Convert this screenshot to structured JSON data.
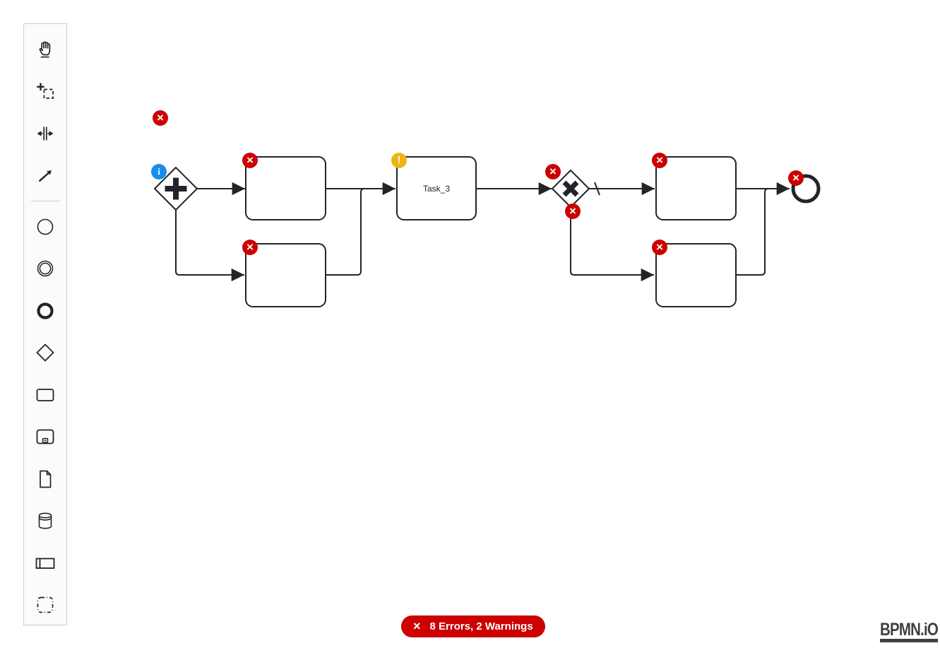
{
  "palette": {
    "tools": [
      {
        "name": "hand-tool",
        "title": "Activate hand tool"
      },
      {
        "name": "lasso-tool",
        "title": "Activate lasso tool"
      },
      {
        "name": "space-tool",
        "title": "Activate create/remove space tool"
      },
      {
        "name": "global-connect-tool",
        "title": "Activate global connect tool"
      },
      {
        "name": "create-start-event",
        "title": "Create start event"
      },
      {
        "name": "create-intermediate-event",
        "title": "Create intermediate/boundary event"
      },
      {
        "name": "create-end-event",
        "title": "Create end event"
      },
      {
        "name": "create-gateway",
        "title": "Create gateway"
      },
      {
        "name": "create-task",
        "title": "Create task"
      },
      {
        "name": "create-subprocess",
        "title": "Create expanded sub-process"
      },
      {
        "name": "create-data-object",
        "title": "Create data object reference"
      },
      {
        "name": "create-data-store",
        "title": "Create data store reference"
      },
      {
        "name": "create-participant",
        "title": "Create pool/participant"
      },
      {
        "name": "create-group",
        "title": "Create group"
      }
    ]
  },
  "diagram": {
    "tasks": [
      {
        "id": "task-1",
        "label": ""
      },
      {
        "id": "task-2",
        "label": ""
      },
      {
        "id": "task-3",
        "label": "Task_3"
      },
      {
        "id": "task-4",
        "label": ""
      },
      {
        "id": "task-5",
        "label": ""
      }
    ],
    "gateways": [
      {
        "id": "gateway-1",
        "type": "parallel"
      },
      {
        "id": "gateway-2",
        "type": "exclusive"
      }
    ],
    "events": [
      {
        "id": "end-event-1",
        "type": "end"
      }
    ],
    "connections": [
      {
        "from": "gateway-1",
        "to": "task-1"
      },
      {
        "from": "gateway-1",
        "to": "task-2"
      },
      {
        "from": "task-1",
        "to": "task-3"
      },
      {
        "from": "task-2",
        "to": "task-3"
      },
      {
        "from": "task-3",
        "to": "gateway-2"
      },
      {
        "from": "gateway-2",
        "to": "task-4",
        "default_flow": true
      },
      {
        "from": "gateway-2",
        "to": "task-5"
      },
      {
        "from": "task-4",
        "to": "end-event-1"
      },
      {
        "from": "task-5",
        "to": "end-event-1"
      }
    ],
    "badges": [
      {
        "type": "error",
        "glyph": "×",
        "attached_to": "process"
      },
      {
        "type": "info",
        "glyph": "i",
        "attached_to": "gateway-1"
      },
      {
        "type": "error",
        "glyph": "×",
        "attached_to": "task-1"
      },
      {
        "type": "error",
        "glyph": "×",
        "attached_to": "task-2"
      },
      {
        "type": "warning",
        "glyph": "!",
        "attached_to": "task-3"
      },
      {
        "type": "error",
        "glyph": "×",
        "attached_to": "gateway-2-top"
      },
      {
        "type": "error",
        "glyph": "×",
        "attached_to": "gateway-2-bottom"
      },
      {
        "type": "error",
        "glyph": "×",
        "attached_to": "task-4"
      },
      {
        "type": "error",
        "glyph": "×",
        "attached_to": "task-5"
      },
      {
        "type": "error",
        "glyph": "×",
        "attached_to": "end-event-1"
      }
    ],
    "colors": {
      "shape_stroke": "#22242a",
      "error_badge": "#cc0000",
      "warning_badge": "#f0b40f",
      "info_badge": "#1a8de8"
    }
  },
  "status_bar": {
    "icon": "×",
    "text": "8 Errors, 2 Warnings",
    "errors": 8,
    "warnings": 2,
    "color": "#cc0000"
  },
  "logo": {
    "text": "BPMN.iO"
  }
}
